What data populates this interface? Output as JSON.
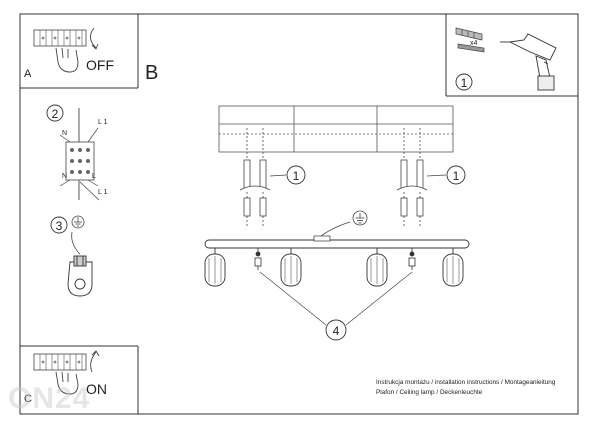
{
  "steps": {
    "a": {
      "letter": "A",
      "action": "OFF"
    },
    "b": {
      "letter": "B"
    },
    "c": {
      "letter": "C",
      "action": "ON"
    }
  },
  "callouts": {
    "anchors_top": "1",
    "wiring": "2",
    "ground": "3",
    "mount_left": "1",
    "mount_right": "1",
    "bulbs": "4"
  },
  "hardware_qty": "x4",
  "wiring_labels": {
    "n_top": "N",
    "l1_top": "L 1",
    "n_bottom": "N",
    "l_bottom": "L",
    "l1_bottom": "L 1"
  },
  "footer": {
    "line1": "Instrukcja montażu / installation instructions / Montageanleitung",
    "line2": "Plafon / Ceiling lamp / Deckenleuchte"
  },
  "watermark": "ON24",
  "icons": [
    "hand-switch-icon",
    "drill-icon",
    "screw-anchor-icon",
    "ground-symbol-icon",
    "terminal-block-icon",
    "ground-connector-icon",
    "lamp-shade-icon",
    "bulb-icon"
  ]
}
